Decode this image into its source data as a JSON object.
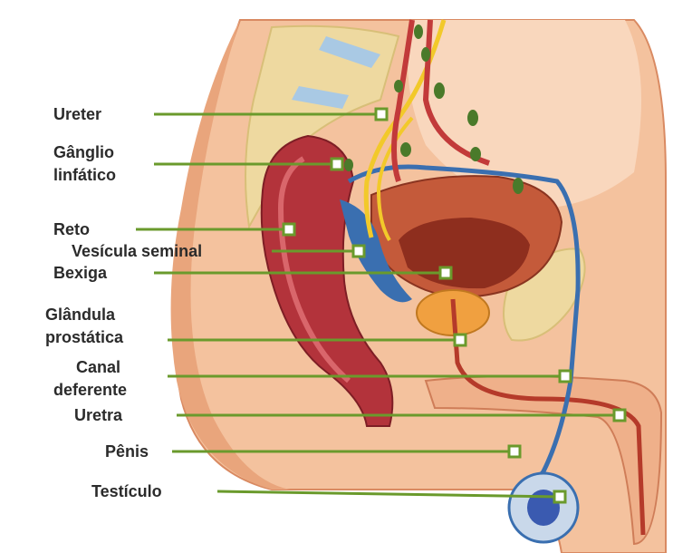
{
  "labels": {
    "ureter": "Ureter",
    "ganglio_l1": "Gânglio",
    "ganglio_l2": "linfático",
    "reto": "Reto",
    "vesicula": "Vesícula seminal",
    "bexiga": "Bexiga",
    "glandula_l1": "Glândula",
    "glandula_l2": "prostática",
    "canal_l1": "Canal",
    "canal_l2": "deferente",
    "uretra": "Uretra",
    "penis": "Pênis",
    "testiculo": "Testículo"
  },
  "colors": {
    "leader": "#6a9a2c",
    "marker_fill": "#ffffff",
    "skin": "#f2b48a",
    "skin_dark": "#d9825a",
    "rectum": "#b3333b",
    "bladder": "#c45a3a",
    "prostate": "#f0a040",
    "bone": "#eed9a0",
    "vas": "#3a6fb0",
    "ureter": "#f2c92a",
    "lymph": "#4a7a2a"
  }
}
